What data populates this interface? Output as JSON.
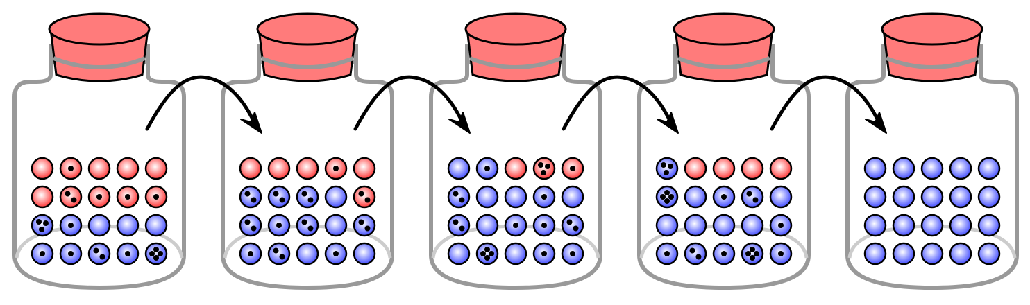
{
  "colors": {
    "glass": "#999999",
    "cork": "#ff7b7b",
    "red_ball": "#ff4a4a",
    "blue_ball": "#4f58ff",
    "arrow": "#000000",
    "background": "#ffffff"
  },
  "jars": [
    {
      "rows": [
        [
          {
            "c": "red",
            "d": 0
          },
          {
            "c": "red",
            "d": 1
          },
          {
            "c": "red",
            "d": 0
          },
          {
            "c": "red",
            "d": 0
          },
          {
            "c": "red",
            "d": 0
          }
        ],
        [
          {
            "c": "red",
            "d": 0
          },
          {
            "c": "red",
            "d": 2
          },
          {
            "c": "red",
            "d": 1
          },
          {
            "c": "red",
            "d": 1
          },
          {
            "c": "red",
            "d": 1
          }
        ],
        [
          {
            "c": "blue",
            "d": 3
          },
          {
            "c": "blue",
            "d": 1
          },
          {
            "c": "blue",
            "d": 0
          },
          {
            "c": "blue",
            "d": 0
          },
          {
            "c": "blue",
            "d": 0
          }
        ],
        [
          {
            "c": "blue",
            "d": 1
          },
          {
            "c": "blue",
            "d": 1
          },
          {
            "c": "blue",
            "d": 2
          },
          {
            "c": "blue",
            "d": 1
          },
          {
            "c": "blue",
            "d": 4
          }
        ]
      ]
    },
    {
      "rows": [
        [
          {
            "c": "red",
            "d": 0
          },
          {
            "c": "red",
            "d": 0
          },
          {
            "c": "red",
            "d": 0
          },
          {
            "c": "red",
            "d": 1
          },
          {
            "c": "red",
            "d": 0
          }
        ],
        [
          {
            "c": "blue",
            "d": 2
          },
          {
            "c": "blue",
            "d": 2
          },
          {
            "c": "blue",
            "d": 2
          },
          {
            "c": "blue",
            "d": 0
          },
          {
            "c": "red",
            "d": 2
          }
        ],
        [
          {
            "c": "blue",
            "d": 2
          },
          {
            "c": "blue",
            "d": 1
          },
          {
            "c": "blue",
            "d": 2
          },
          {
            "c": "blue",
            "d": 0
          },
          {
            "c": "blue",
            "d": 2
          }
        ],
        [
          {
            "c": "blue",
            "d": 1
          },
          {
            "c": "blue",
            "d": 2
          },
          {
            "c": "blue",
            "d": 0
          },
          {
            "c": "blue",
            "d": 1
          },
          {
            "c": "blue",
            "d": 0
          }
        ]
      ]
    },
    {
      "rows": [
        [
          {
            "c": "blue",
            "d": 0
          },
          {
            "c": "blue",
            "d": 1
          },
          {
            "c": "red",
            "d": 0
          },
          {
            "c": "red",
            "d": 3
          },
          {
            "c": "red",
            "d": 1
          }
        ],
        [
          {
            "c": "blue",
            "d": 2
          },
          {
            "c": "blue",
            "d": 0
          },
          {
            "c": "blue",
            "d": 0
          },
          {
            "c": "blue",
            "d": 1
          },
          {
            "c": "blue",
            "d": 0
          }
        ],
        [
          {
            "c": "blue",
            "d": 2
          },
          {
            "c": "blue",
            "d": 0
          },
          {
            "c": "blue",
            "d": 1
          },
          {
            "c": "blue",
            "d": 1
          },
          {
            "c": "blue",
            "d": 2
          }
        ],
        [
          {
            "c": "blue",
            "d": 0
          },
          {
            "c": "blue",
            "d": 4
          },
          {
            "c": "blue",
            "d": 0
          },
          {
            "c": "blue",
            "d": 1
          },
          {
            "c": "blue",
            "d": 1
          }
        ]
      ]
    },
    {
      "rows": [
        [
          {
            "c": "blue",
            "d": 3
          },
          {
            "c": "red",
            "d": 0
          },
          {
            "c": "red",
            "d": 0
          },
          {
            "c": "red",
            "d": 0
          },
          {
            "c": "red",
            "d": 0
          }
        ],
        [
          {
            "c": "blue",
            "d": 4
          },
          {
            "c": "blue",
            "d": 0
          },
          {
            "c": "blue",
            "d": 1
          },
          {
            "c": "blue",
            "d": 2
          },
          {
            "c": "blue",
            "d": 0
          }
        ],
        [
          {
            "c": "blue",
            "d": 0
          },
          {
            "c": "blue",
            "d": 0
          },
          {
            "c": "blue",
            "d": 0
          },
          {
            "c": "blue",
            "d": 0
          },
          {
            "c": "blue",
            "d": 1
          }
        ],
        [
          {
            "c": "blue",
            "d": 1
          },
          {
            "c": "blue",
            "d": 2
          },
          {
            "c": "blue",
            "d": 1
          },
          {
            "c": "blue",
            "d": 4
          },
          {
            "c": "blue",
            "d": 1
          }
        ]
      ]
    },
    {
      "rows": [
        [
          {
            "c": "blue",
            "d": 0
          },
          {
            "c": "blue",
            "d": 0
          },
          {
            "c": "blue",
            "d": 0
          },
          {
            "c": "blue",
            "d": 0
          },
          {
            "c": "blue",
            "d": 0
          }
        ],
        [
          {
            "c": "blue",
            "d": 0
          },
          {
            "c": "blue",
            "d": 0
          },
          {
            "c": "blue",
            "d": 0
          },
          {
            "c": "blue",
            "d": 0
          },
          {
            "c": "blue",
            "d": 0
          }
        ],
        [
          {
            "c": "blue",
            "d": 0
          },
          {
            "c": "blue",
            "d": 0
          },
          {
            "c": "blue",
            "d": 0
          },
          {
            "c": "blue",
            "d": 0
          },
          {
            "c": "blue",
            "d": 0
          }
        ],
        [
          {
            "c": "blue",
            "d": 0
          },
          {
            "c": "blue",
            "d": 0
          },
          {
            "c": "blue",
            "d": 0
          },
          {
            "c": "blue",
            "d": 0
          },
          {
            "c": "blue",
            "d": 0
          }
        ]
      ]
    }
  ],
  "arrows": [
    {
      "from": 1,
      "to": 2
    },
    {
      "from": 2,
      "to": 3
    },
    {
      "from": 3,
      "to": 4
    },
    {
      "from": 4,
      "to": 5
    }
  ]
}
